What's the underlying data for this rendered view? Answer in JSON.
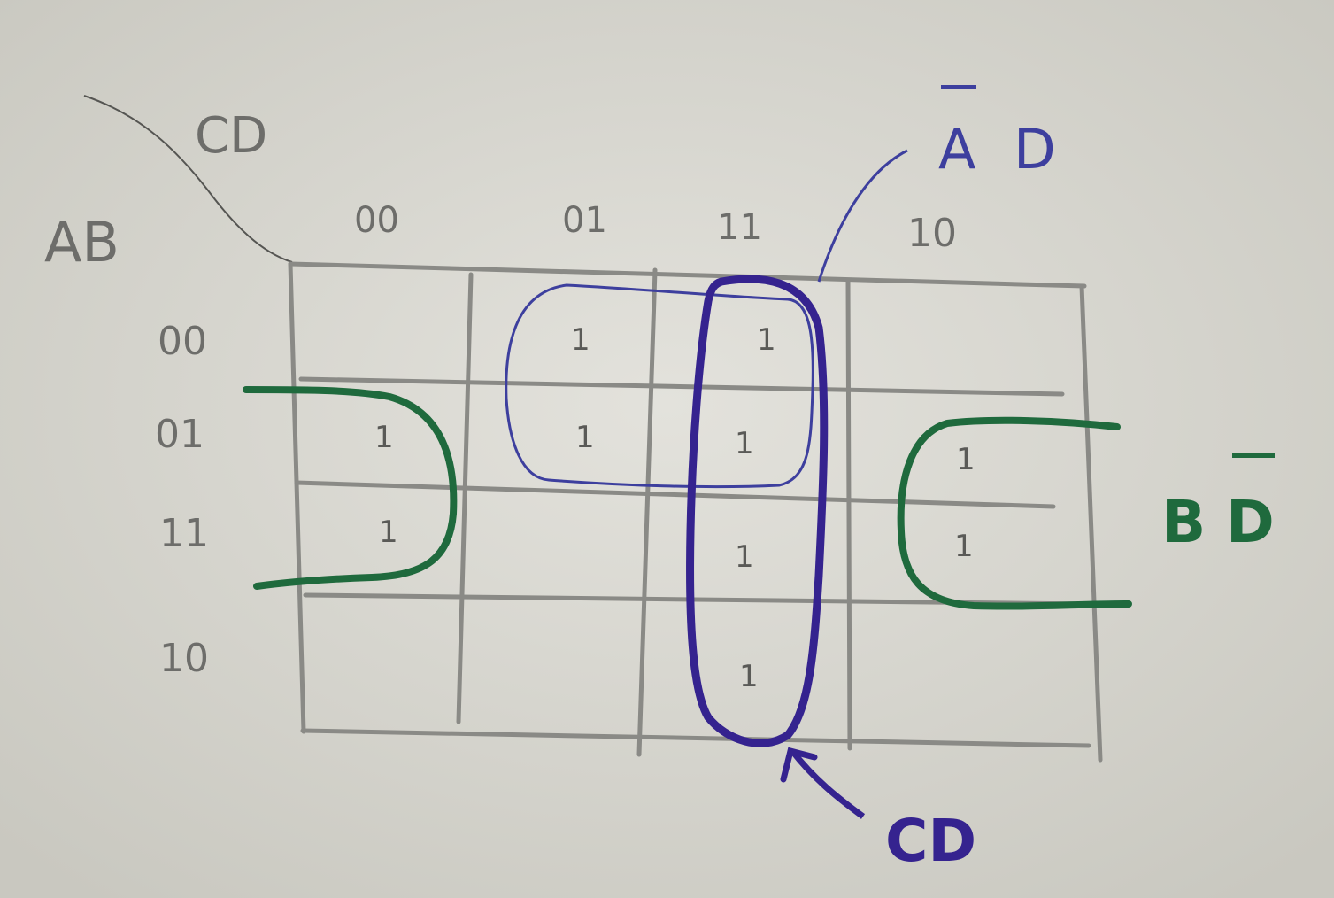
{
  "map": {
    "corner_cols_label": "CD",
    "corner_rows_label": "AB",
    "col_headers": [
      "00",
      "01",
      "11",
      "10"
    ],
    "row_headers": [
      "00",
      "01",
      "11",
      "10"
    ],
    "cells": [
      [
        "",
        "1",
        "1",
        ""
      ],
      [
        "1",
        "1",
        "1",
        "1"
      ],
      [
        "1",
        "",
        "1",
        "1"
      ],
      [
        "",
        "",
        "1",
        ""
      ]
    ]
  },
  "groups": {
    "a_bar_d": {
      "label_letter1": "A",
      "label_letter2": "D",
      "color": "#3d3f9e"
    },
    "cd": {
      "label": "CD",
      "color": "#35238f"
    },
    "b_d_bar": {
      "label_letter1": "B",
      "label_letter2": "D",
      "color": "#1f6a3d"
    }
  },
  "colors": {
    "paper": "#d9d8d1",
    "pencil": "#6d6d6a"
  }
}
